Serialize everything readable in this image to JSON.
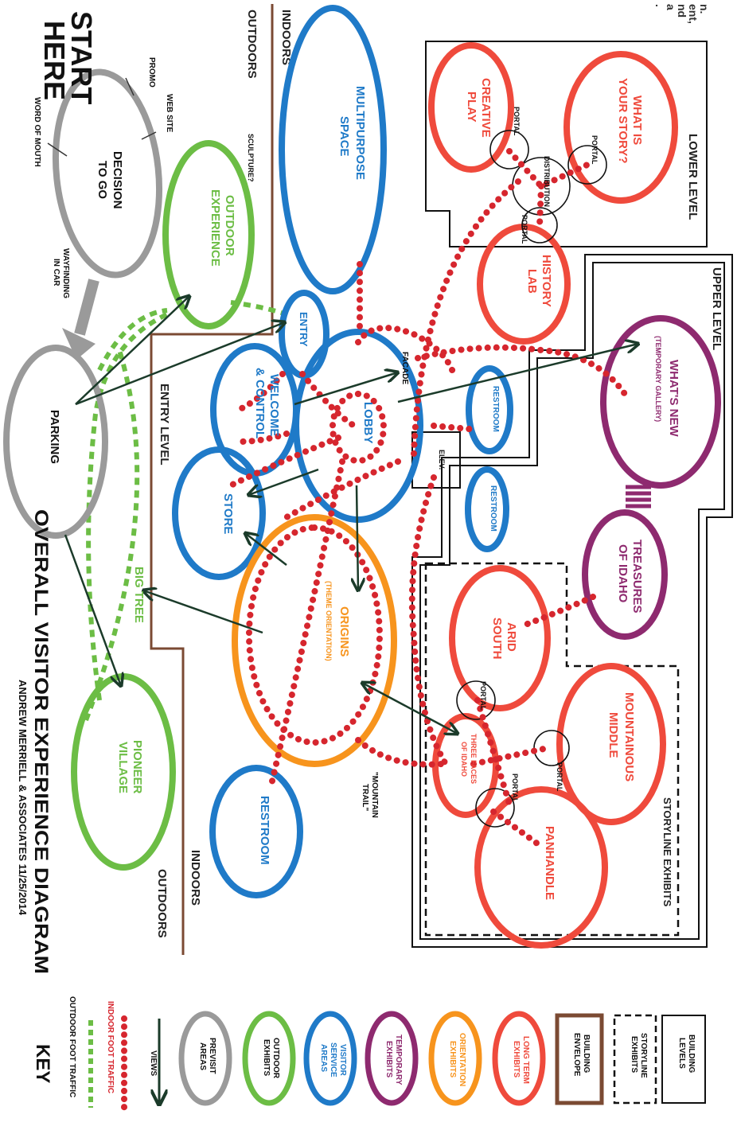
{
  "title": "OVERALL VISITOR EXPERIENCE DIAGRAM",
  "credit": "ANDREW MERRIELL & ASSOCIATES 11/25/2014",
  "start": {
    "line1": "START",
    "line2": "HERE"
  },
  "margin_text": [
    "n.",
    "ent,",
    "nd",
    "a",
    "."
  ],
  "zones": {
    "indoors": "INDOORS",
    "outdoors": "OUTDOORS",
    "entry_level": "ENTRY LEVEL",
    "lower_level": "LOWER LEVEL",
    "upper_level": "UPPER LEVEL",
    "storyline_exhibits": "STORYLINE EXHIBITS"
  },
  "nodes": {
    "decision": {
      "l1": "DECISION",
      "l2": "TO GO"
    },
    "promo": "PROMO",
    "web_site": "WEB SITE",
    "word_of_mouth": "WORD OF MOUTH",
    "wayfinding": {
      "l1": "WAYFINDING",
      "l2": "IN CAR"
    },
    "parking": "PARKING",
    "outdoor_experience": {
      "l1": "OUTDOOR",
      "l2": "EXPERIENCE"
    },
    "sculpture": "SCULPTURE?",
    "multipurpose": {
      "l1": "MULTIPURPOSE",
      "l2": "SPACE"
    },
    "entry": "ENTRY",
    "welcome": {
      "l1": "WELCOME",
      "l2": "& CONTROL"
    },
    "lobby": "LOBBY",
    "facade": "FACADE",
    "store": "STORE",
    "big_tree": "BIG TREE",
    "origins": {
      "l1": "ORIGINS",
      "l2": "(THEME ORIENTATION)"
    },
    "pioneer_village": {
      "l1": "PIONEER",
      "l2": "VILLAGE"
    },
    "restroom_bottom": "RESTROOM",
    "restroom_upper": "RESTROOM",
    "restroom_lower": "RESTROOM",
    "elev": "ELEV.",
    "creative_play": {
      "l1": "CREATIVE",
      "l2": "PLAY"
    },
    "what_is_your_story": {
      "l1": "WHAT IS",
      "l2": "YOUR STORY?"
    },
    "history_lab": {
      "l1": "HISTORY",
      "l2": "LAB"
    },
    "distribution": "DISTRIBUTION",
    "portal": "PORTAL",
    "whats_new": {
      "l1": "WHAT'S NEW",
      "l2": "(TEMPORARY GALLERY)"
    },
    "treasures": {
      "l1": "TREASURES",
      "l2": "OF IDAHO"
    },
    "arid_south": {
      "l1": "ARID",
      "l2": "SOUTH"
    },
    "mountainous_middle": {
      "l1": "MOUNTAINOUS",
      "l2": "MIDDLE"
    },
    "three_faces": {
      "l1": "THREE FACES",
      "l2": "OF IDAHO"
    },
    "panhandle": "PANHANDLE",
    "mountain_trail": {
      "l1": "\"MOUNTAIN",
      "l2": "TRAIL\""
    }
  },
  "key": {
    "heading": "KEY",
    "building_levels": {
      "l1": "BUILDING",
      "l2": "LEVELS"
    },
    "storyline_exhibits": {
      "l1": "STORYLINE",
      "l2": "EXHIBITS"
    },
    "building_envelope": {
      "l1": "BUILDING",
      "l2": "ENVELOPE"
    },
    "long_term_exhibits": {
      "l1": "LONG TERM",
      "l2": "EXHIBITS"
    },
    "orientation_exhibits": {
      "l1": "ORIENTATION",
      "l2": "EXHIBITS"
    },
    "temporary_exhibits": {
      "l1": "TEMPORARY",
      "l2": "EXHIBITS"
    },
    "visitor_service_areas": {
      "l1": "VISITOR",
      "l2": "SERVICE",
      "l3": "AREAS"
    },
    "outdoor_exhibits": {
      "l1": "OUTDOOR",
      "l2": "EXHIBITS"
    },
    "previsit_areas": {
      "l1": "PREVISIT",
      "l2": "AREAS"
    },
    "views": "VIEWS",
    "indoor_foot_traffic": "INDOOR FOOT TRAFFIC",
    "outdoor_foot_traffic": "OUTDOOR FOOT TRAFFIC"
  },
  "colors": {
    "long_term": "#ef4a3c",
    "orientation": "#f7941d",
    "temporary": "#8e2a6f",
    "visitor_service": "#1f7ac8",
    "outdoor": "#6cbd45",
    "previsit": "#9a9a9a",
    "envelope": "#7b4a33",
    "indoor_traffic": "#d6262e",
    "view_arrow": "#1b3b2a"
  }
}
